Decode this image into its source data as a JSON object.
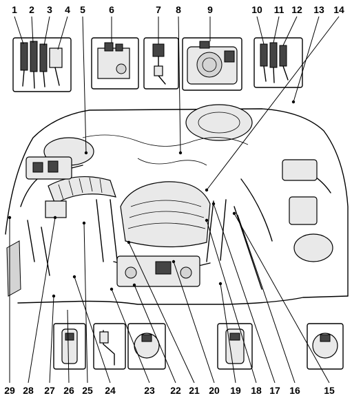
{
  "diagram": {
    "callouts": [
      "1",
      "2",
      "3",
      "4",
      "5",
      "6",
      "7",
      "8",
      "9",
      "10",
      "11",
      "12",
      "13",
      "14",
      "15",
      "16",
      "17",
      "18",
      "19",
      "20",
      "21",
      "22",
      "23",
      "24",
      "25",
      "26",
      "27",
      "28",
      "29"
    ]
  },
  "colors": {
    "ink": "#000000",
    "background": "#ffffff",
    "shade": "#d4d4d4"
  }
}
